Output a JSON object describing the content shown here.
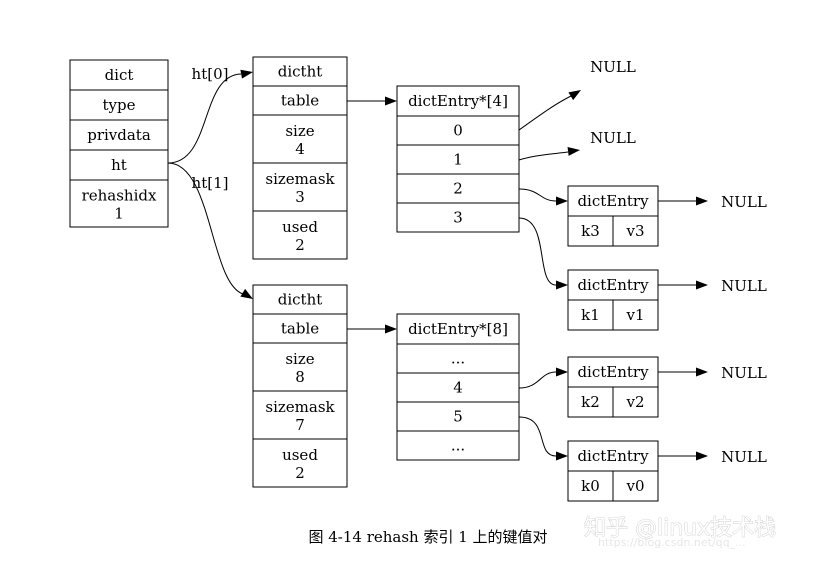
{
  "dict": {
    "fields": [
      "dict",
      "type",
      "privdata",
      "ht",
      [
        "rehashidx",
        "1"
      ]
    ]
  },
  "ht0": {
    "label": "ht[0]",
    "fields": [
      "dictht",
      "table",
      [
        "size",
        "4"
      ],
      [
        "sizemask",
        "3"
      ],
      [
        "used",
        "2"
      ]
    ]
  },
  "ht1": {
    "label": "ht[1]",
    "fields": [
      "dictht",
      "table",
      [
        "size",
        "8"
      ],
      [
        "sizemask",
        "7"
      ],
      [
        "used",
        "2"
      ]
    ]
  },
  "table0": {
    "header": "dictEntry*[4]",
    "slots": [
      "0",
      "1",
      "2",
      "3"
    ]
  },
  "table1": {
    "header": "dictEntry*[8]",
    "slots": [
      "...",
      "4",
      "5",
      "..."
    ]
  },
  "null_label": "NULL",
  "entries": [
    {
      "title": "dictEntry",
      "key": "k3",
      "value": "v3"
    },
    {
      "title": "dictEntry",
      "key": "k1",
      "value": "v1"
    },
    {
      "title": "dictEntry",
      "key": "k2",
      "value": "v2"
    },
    {
      "title": "dictEntry",
      "key": "k0",
      "value": "v0"
    }
  ],
  "caption": "图 4-14    rehash 索引 1 上的键值对",
  "watermark": {
    "text": "知乎 @linux技术栈",
    "url": "https://blog.csdn.net/qq_..."
  }
}
